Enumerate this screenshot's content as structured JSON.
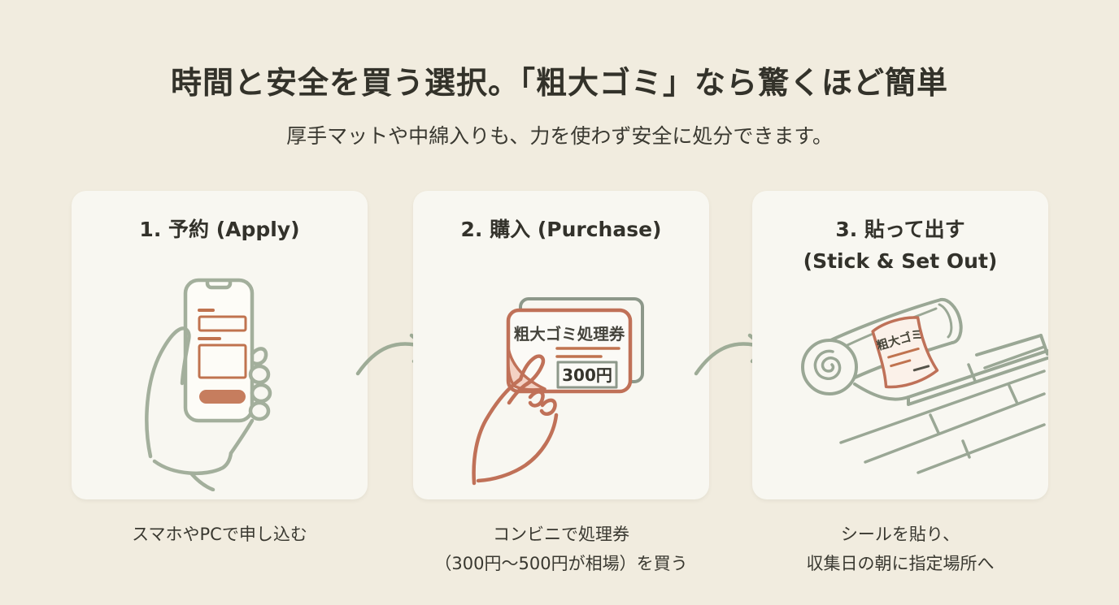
{
  "header": {
    "title": "時間と安全を買う選択。「粗大ゴミ」なら驚くほど簡単",
    "subtitle": "厚手マットや中綿入りも、力を使わず安全に処分できます。"
  },
  "steps": [
    {
      "title_lines": [
        "1. 予約 (Apply)"
      ],
      "caption_lines": [
        "スマホやPCで申し込む"
      ],
      "illustration": "hand-holding-smartphone"
    },
    {
      "title_lines": [
        "2. 購入 (Purchase)"
      ],
      "caption_lines": [
        "コンビニで処理券",
        "（300円〜500円が相場）を買う"
      ],
      "illustration": "hand-holding-ticket",
      "ticket_label": "粗大ゴミ処理券",
      "ticket_price": "300円"
    },
    {
      "title_lines": [
        "3. 貼って出す",
        "(Stick & Set Out)"
      ],
      "caption_lines": [
        "シールを貼り、",
        "収集日の朝に指定場所へ"
      ],
      "illustration": "rolled-mat-with-sticker",
      "sticker_label": "粗大ゴミ"
    }
  ],
  "colors": {
    "background": "#f1ecdf",
    "card_background": "#f8f7f1",
    "sage_line": "#a3af9c",
    "gray_green_line": "#8d988a",
    "terracotta_line": "#c07158",
    "terracotta_fill": "#c67d5e",
    "fold_pink": "#f4d2c4",
    "text_dark": "#33322a",
    "arrow": "#9eac97"
  }
}
